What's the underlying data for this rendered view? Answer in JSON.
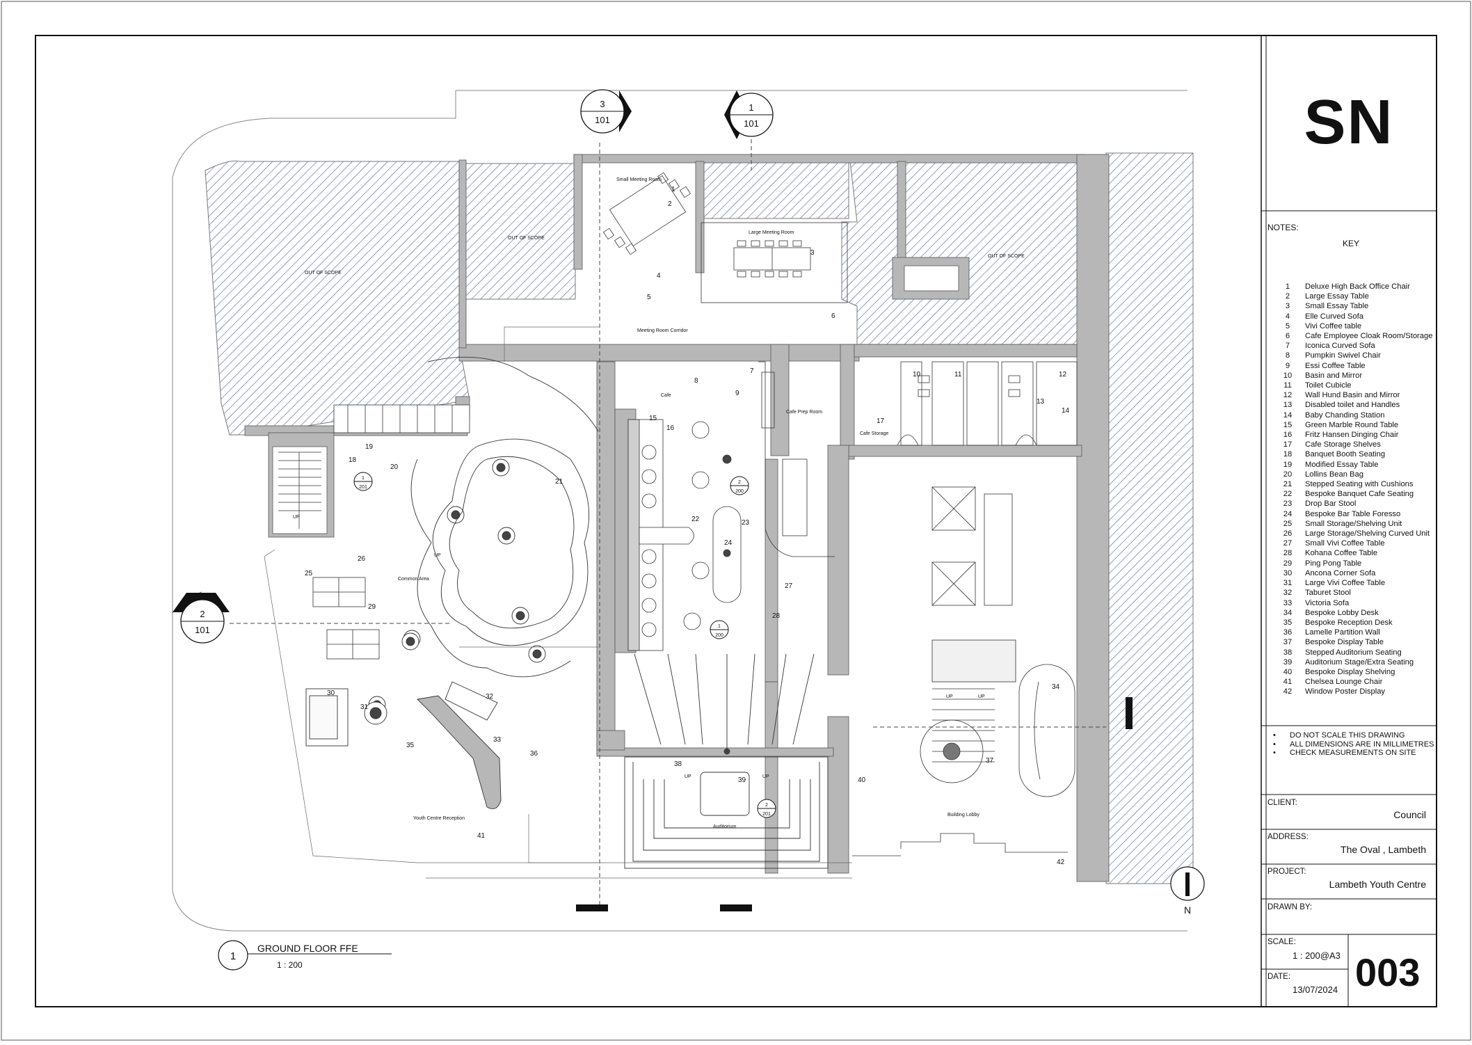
{
  "title_block": {
    "logo": "SN",
    "notes_label": "NOTES:",
    "key_title": "KEY",
    "key_items": [
      {
        "num": "1",
        "desc": "Deluxe High Back Office Chair"
      },
      {
        "num": "2",
        "desc": "Large Essay Table"
      },
      {
        "num": "3",
        "desc": "Small Essay Table"
      },
      {
        "num": "4",
        "desc": "Elle Curved Sofa"
      },
      {
        "num": "5",
        "desc": "Vivi Coffee table"
      },
      {
        "num": "6",
        "desc": "Cafe Employee Cloak Room/Storage"
      },
      {
        "num": "7",
        "desc": "Iconica Curved Sofa"
      },
      {
        "num": "8",
        "desc": "Pumpkin Swivel Chair"
      },
      {
        "num": "9",
        "desc": "Essi Coffee Table"
      },
      {
        "num": "10",
        "desc": "Basin and Mirror"
      },
      {
        "num": "11",
        "desc": "Toilet Cubicle"
      },
      {
        "num": "12",
        "desc": "Wall Hund Basin and Mirror"
      },
      {
        "num": "13",
        "desc": "Disabled toilet and Handles"
      },
      {
        "num": "14",
        "desc": "Baby Chanding Station"
      },
      {
        "num": "15",
        "desc": "Green Marble Round Table"
      },
      {
        "num": "16",
        "desc": "Fritz Hansen Dinging Chair"
      },
      {
        "num": "17",
        "desc": "Cafe Storage Shelves"
      },
      {
        "num": "18",
        "desc": "Banquet Booth Seating"
      },
      {
        "num": "19",
        "desc": "Modified Essay Table"
      },
      {
        "num": "20",
        "desc": "Lollins Bean Bag"
      },
      {
        "num": "21",
        "desc": "Stepped Seating with Cushions"
      },
      {
        "num": "22",
        "desc": "Bespoke Banquet Cafe Seating"
      },
      {
        "num": "23",
        "desc": "Drop Bar Stool"
      },
      {
        "num": "24",
        "desc": "Bespoke Bar Table Foresso"
      },
      {
        "num": "25",
        "desc": "Small Storage/Shelving Unit"
      },
      {
        "num": "26",
        "desc": "Large Storage/Shelving Curved Unit"
      },
      {
        "num": "27",
        "desc": "Small Vivi Coffee Table"
      },
      {
        "num": "28",
        "desc": "Kohana Coffee Table"
      },
      {
        "num": "29",
        "desc": "Ping Pong Table"
      },
      {
        "num": "30",
        "desc": "Ancona Corner Sofa"
      },
      {
        "num": "31",
        "desc": "Large Vivi Coffee Table"
      },
      {
        "num": "32",
        "desc": "Taburet Stool"
      },
      {
        "num": "33",
        "desc": "Victoria Sofa"
      },
      {
        "num": "34",
        "desc": "Bespoke Lobby Desk"
      },
      {
        "num": "35",
        "desc": "Bespoke Reception Desk"
      },
      {
        "num": "36",
        "desc": "Lamelle Partition Wall"
      },
      {
        "num": "37",
        "desc": "Bespoke Display Table"
      },
      {
        "num": "38",
        "desc": "Stepped Auditorium Seating"
      },
      {
        "num": "39",
        "desc": "Auditorium Stage/Extra Seating"
      },
      {
        "num": "40",
        "desc": "Bespoke Display Shelving"
      },
      {
        "num": "41",
        "desc": "Chelsea Lounge Chair"
      },
      {
        "num": "42",
        "desc": "Window Poster Display"
      }
    ],
    "disclaimers": [
      "DO NOT SCALE THIS DRAWING",
      "ALL DIMENSIONS ARE IN MILLIMETRES",
      "CHECK MEASUREMENTS ON SITE"
    ],
    "client_label": "CLIENT:",
    "client": "Council",
    "address_label": "ADDRESS:",
    "address": "The Oval , Lambeth",
    "project_label": "PROJECT:",
    "project": "Lambeth Youth Centre",
    "drawn_by_label": "DRAWN BY:",
    "scale_label": "SCALE:",
    "scale": "1 : 200@A3",
    "date_label": "DATE:",
    "date": "13/07/2024",
    "sheet_number": "003"
  },
  "plan": {
    "view_number": "1",
    "view_title": "GROUND FLOOR FFE",
    "view_scale": "1 : 200",
    "north_label": "N",
    "section_markers": [
      {
        "top": "3",
        "bottom": "101"
      },
      {
        "top": "1",
        "bottom": "101"
      },
      {
        "top": "2",
        "bottom": "101"
      }
    ],
    "elevation_tags": [
      {
        "top": "1",
        "bottom": "201"
      },
      {
        "top": "2",
        "bottom": "200"
      },
      {
        "top": "1",
        "bottom": "200"
      },
      {
        "top": "2",
        "bottom": "201"
      }
    ],
    "rooms": {
      "out_of_scope": "OUT OF SCOPE",
      "small_meeting": "Small Meeting Room",
      "large_meeting": "Large Meeting Room",
      "corridor": "Meeting Room Corridor",
      "cafe": "Cafe",
      "cafe_prep": "Cafe Prep Room",
      "cafe_storage": "Cafe Storage",
      "common_area": "Common Area",
      "auditorium": "Auditorium",
      "building_lobby": "Building Lobby",
      "reception": "Youth Centre Reception"
    },
    "up_label": "UP"
  }
}
